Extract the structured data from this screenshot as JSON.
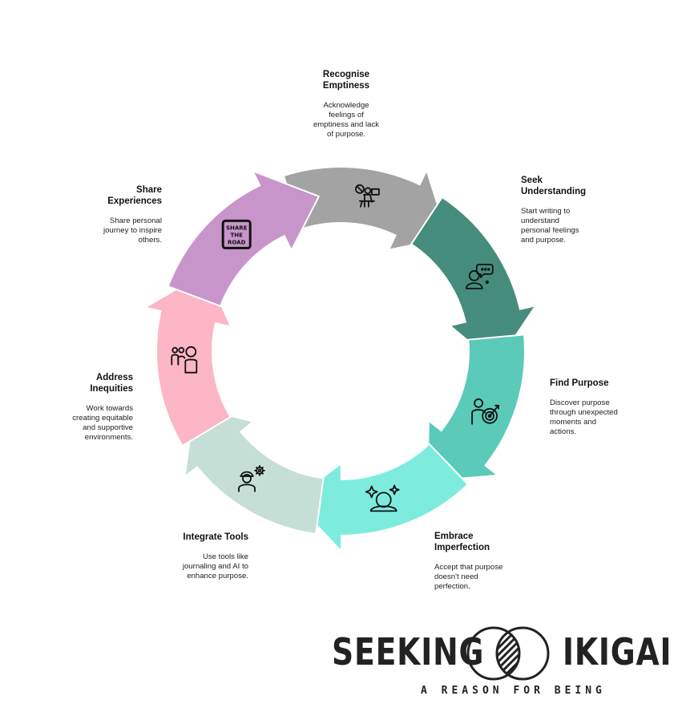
{
  "steps": [
    {
      "title_1": "Recognise",
      "title_2": "Emptiness",
      "desc": [
        "Acknowledge",
        "feelings of",
        "emptiness and lack",
        "of purpose."
      ],
      "color": "#a3a3a3",
      "icon": "person-at-desk-icon"
    },
    {
      "title_1": "Seek",
      "title_2": "Understanding",
      "desc": [
        "Start writing to",
        "understand",
        "personal feelings",
        "and purpose."
      ],
      "color": "#468c7c",
      "icon": "person-thinking-icon"
    },
    {
      "title_1": "Find Purpose",
      "title_2": "",
      "desc": [
        "Discover purpose",
        "through unexpected",
        "moments and",
        "actions."
      ],
      "color": "#5bcab9",
      "icon": "target-arrow-person-icon"
    },
    {
      "title_1": "Embrace",
      "title_2": "Imperfection",
      "desc": [
        "Accept that purpose",
        "doesn't need",
        "perfection."
      ],
      "color": "#7decdf",
      "icon": "meditation-sparkle-icon"
    },
    {
      "title_1": "Integrate Tools",
      "title_2": "",
      "desc": [
        "Use tools like",
        "journaling and AI to",
        "enhance purpose."
      ],
      "color": "#c5dfd6",
      "icon": "worker-gear-icon"
    },
    {
      "title_1": "Address",
      "title_2": "Inequities",
      "desc": [
        "Work towards",
        "creating equitable",
        "and supportive",
        "environments."
      ],
      "color": "#fdb6c6",
      "icon": "group-people-icon"
    },
    {
      "title_1": "Share",
      "title_2": "Experiences",
      "desc": [
        "Share personal",
        "journey to inspire",
        "others."
      ],
      "color": "#c895cb",
      "icon": "share-the-road-sign-icon"
    }
  ],
  "sign_text": [
    "SHARE",
    "THE",
    "ROAD"
  ],
  "brand": {
    "word_left": "SEEKING",
    "word_right": "IKIGAI",
    "tagline": "A REASON FOR BEING"
  }
}
